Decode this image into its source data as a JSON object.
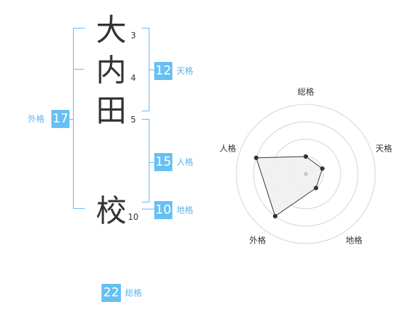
{
  "name": {
    "chars": [
      "大",
      "内",
      "田",
      "校"
    ],
    "strokes": [
      "3",
      "4",
      "5",
      "10"
    ]
  },
  "scores": {
    "tenkaku": {
      "value": "12",
      "label": "天格"
    },
    "jinkaku": {
      "value": "15",
      "label": "人格"
    },
    "chikaku": {
      "value": "10",
      "label": "地格"
    },
    "gaikaku": {
      "value": "17",
      "label": "外格"
    },
    "soukaku": {
      "value": "22",
      "label": "総格"
    }
  },
  "chart_data": {
    "type": "radar",
    "axes": [
      "総格",
      "天格",
      "地格",
      "外格",
      "人格"
    ],
    "values": [
      1,
      1,
      1,
      3,
      3
    ],
    "rings": 4,
    "grid": true
  },
  "colors": {
    "accent": "#66c0f4",
    "bracket": "#66b8f0",
    "text": "#333333",
    "radar_fill": "#efefef",
    "radar_stroke": "#333333"
  }
}
